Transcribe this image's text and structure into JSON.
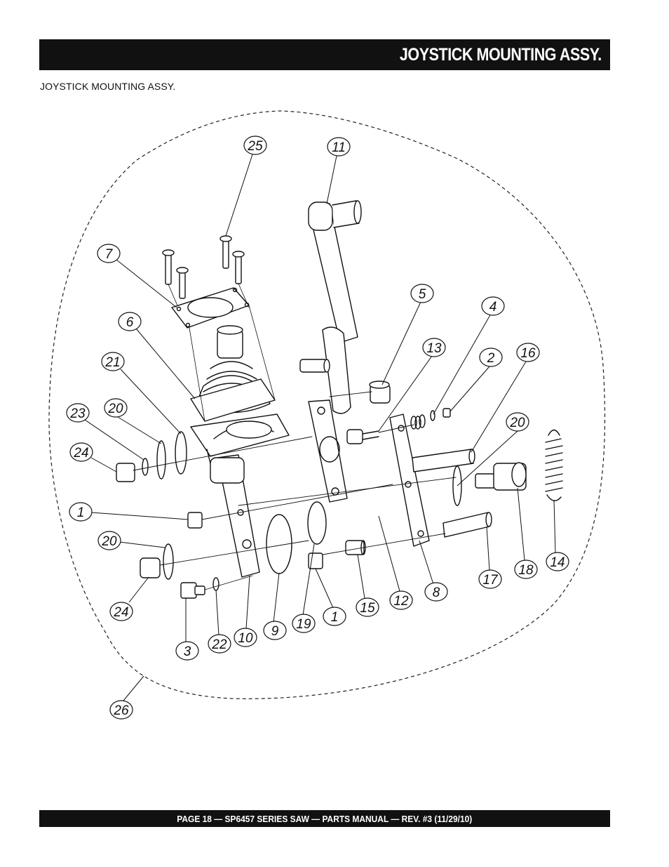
{
  "header": {
    "title": "JOYSTICK MOUNTING ASSY."
  },
  "subtitle": "JOYSTICK MOUNTING ASSY.",
  "callouts": {
    "c1a": "1",
    "c1b": "1",
    "c2": "2",
    "c3": "3",
    "c4": "4",
    "c5": "5",
    "c6": "6",
    "c7": "7",
    "c8": "8",
    "c9": "9",
    "c10": "10",
    "c11": "11",
    "c12": "12",
    "c13": "13",
    "c14": "14",
    "c15": "15",
    "c16": "16",
    "c17": "17",
    "c18": "18",
    "c19": "19",
    "c20a": "20",
    "c20b": "20",
    "c20c": "20",
    "c21": "21",
    "c22": "22",
    "c23": "23",
    "c24a": "24",
    "c24b": "24",
    "c25": "25",
    "c26": "26"
  },
  "footer": {
    "text": "PAGE 18 — SP6457 SERIES SAW  — PARTS MANUAL — REV. #3 (11/29/10)"
  }
}
